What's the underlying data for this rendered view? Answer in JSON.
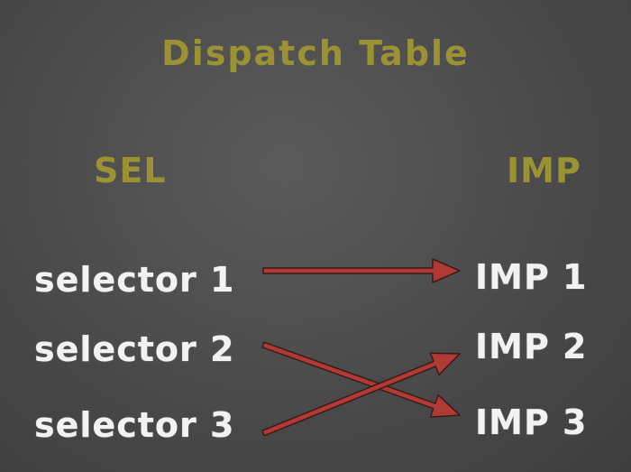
{
  "diagram": {
    "title": "Dispatch Table",
    "columns": {
      "left": "SEL",
      "right": "IMP"
    },
    "selectors": [
      "selector 1",
      "selector 2",
      "selector 3"
    ],
    "implementations": [
      "IMP 1",
      "IMP 2",
      "IMP 3"
    ],
    "mappings": [
      {
        "from": 0,
        "to": 0
      },
      {
        "from": 1,
        "to": 2
      },
      {
        "from": 2,
        "to": 1
      }
    ],
    "colors": {
      "heading": "#9b9234",
      "label": "#f2f2f2",
      "arrow_fill": "#b03a34",
      "arrow_outline": "#3a1a18",
      "background": "#4a4a4a"
    }
  }
}
